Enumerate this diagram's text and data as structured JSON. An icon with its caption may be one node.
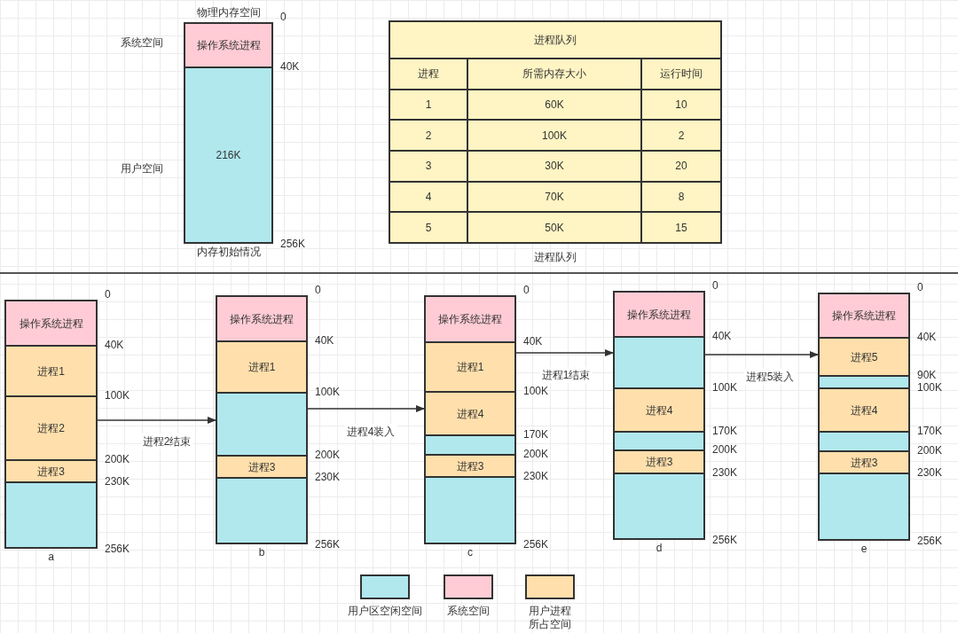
{
  "diagram": {
    "nodes": [
      {
        "text": [
          "物理内存空间",
          "内存初始情况"
        ],
        "beside": [
          "0",
          "40K",
          "256K"
        ]
      },
      {
        "text": [
          "操作系统进程"
        ],
        "in": 0
      },
      {
        "text": [
          "216K"
        ],
        "in": 0
      },
      {
        "text": [
          "a"
        ],
        "beside": [
          "0",
          "40K",
          "100K",
          "200K",
          "230K",
          "256K"
        ]
      },
      {
        "text": [
          "操作系统进程"
        ],
        "in": 3
      },
      {
        "text": [
          "进程1"
        ],
        "in": 3
      },
      {
        "text": [
          "进程2"
        ],
        "in": 3
      },
      {
        "text": [
          "进程3"
        ],
        "in": 3
      },
      {
        "text": [],
        "shape": "box",
        "in": 3
      },
      {
        "text": [
          "b"
        ],
        "beside": [
          "0",
          "40K",
          "100K",
          "200K",
          "230K",
          "256K"
        ]
      },
      {
        "text": [
          "操作系统进程"
        ],
        "in": 9
      },
      {
        "text": [
          "进程1"
        ],
        "in": 9
      },
      {
        "text": [],
        "shape": "box",
        "in": 9
      },
      {
        "text": [
          "进程3"
        ],
        "in": 9
      },
      {
        "text": [],
        "shape": "box",
        "in": 9
      },
      {
        "text": [
          "c"
        ],
        "beside": [
          "0",
          "40K",
          "100K",
          "170K",
          "200K",
          "230K",
          "256K"
        ]
      },
      {
        "text": [
          "操作系统进程"
        ],
        "in": 15
      },
      {
        "text": [
          "进程1"
        ],
        "in": 15
      },
      {
        "text": [
          "进程4"
        ],
        "in": 15
      },
      {
        "text": [],
        "shape": "box",
        "in": 15
      },
      {
        "text": [
          "进程3"
        ],
        "in": 15
      },
      {
        "text": [],
        "shape": "box",
        "in": 15
      },
      {
        "text": [
          "d"
        ],
        "beside": [
          "0",
          "40K",
          "100K",
          "170K",
          "200K",
          "230K",
          "256K"
        ]
      },
      {
        "text": [
          "操作系统进程"
        ],
        "in": 22
      },
      {
        "text": [],
        "shape": "box",
        "in": 22
      },
      {
        "text": [
          "进程4"
        ],
        "in": 22
      },
      {
        "text": [],
        "shape": "box",
        "in": 22
      },
      {
        "text": [
          "进程3"
        ],
        "in": 22
      },
      {
        "text": [],
        "shape": "box",
        "in": 22
      },
      {
        "text": [
          "e"
        ],
        "beside": [
          "0",
          "40K",
          "90K",
          "100K",
          "170K",
          "200K",
          "230K",
          "256K"
        ]
      },
      {
        "text": [
          "操作系统进程"
        ],
        "in": 29
      },
      {
        "text": [
          "进程5"
        ],
        "in": 29
      },
      {
        "text": [],
        "shape": "box",
        "in": 29
      },
      {
        "text": [
          "进程4"
        ],
        "in": 29
      },
      {
        "text": [],
        "shape": "box",
        "in": 29
      },
      {
        "text": [
          "进程3"
        ],
        "in": 29
      },
      {
        "text": [],
        "shape": "box",
        "in": 29
      }
    ],
    "edges": [
      {
        "from": 3,
        "to": 9,
        "arrow": "to",
        "label": "进程2结束"
      },
      {
        "from": 9,
        "to": 15,
        "arrow": "to",
        "label": "进程4装入"
      },
      {
        "from": 15,
        "to": 22,
        "arrow": "to",
        "label": "进程1结束"
      },
      {
        "from": 22,
        "to": 29,
        "arrow": "to",
        "label": "进程5装入"
      }
    ],
    "labels": [
      "系统空间",
      "用户空间",
      "进程队列",
      "进程",
      "所需内存大小",
      "运行时间",
      "1",
      "60K",
      "10",
      "2",
      "100K",
      "2",
      "3",
      "30K",
      "20",
      "4",
      "70K",
      "8",
      "5",
      "50K",
      "15",
      "进程队列"
    ],
    "legend": [
      {
        "text": "用户区空闲空间",
        "color": "#b0e8ee"
      },
      {
        "text": "系统空间",
        "color": "#ffccd5"
      },
      {
        "text": "用户进程所占空间",
        "color": "#ffdfab"
      }
    ]
  }
}
